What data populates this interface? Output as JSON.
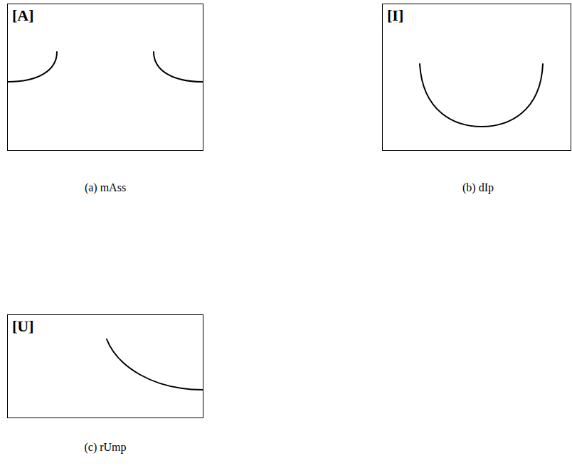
{
  "diagram": {
    "nodes": [
      {
        "text": [
          "[A]"
        ]
      },
      {
        "text": [
          "[I]"
        ]
      },
      {
        "text": [
          "[U]"
        ]
      }
    ],
    "labels": [
      "(a) mAss",
      "(b) dIp",
      "(c) rUmp"
    ]
  }
}
